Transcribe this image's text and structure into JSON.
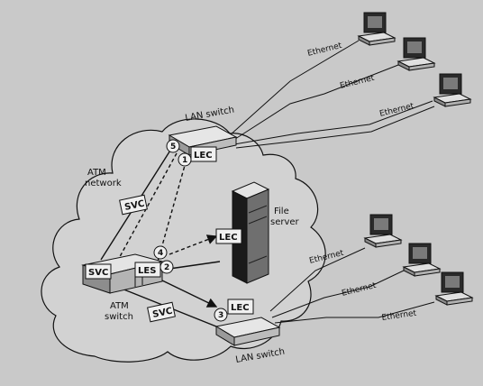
{
  "diagram": {
    "cloud_label_line1": "ATM",
    "cloud_label_line2": "network",
    "atm_switch_line1": "ATM",
    "atm_switch_line2": "switch",
    "lan_switch_top": "LAN switch",
    "lan_switch_bottom": "LAN switch",
    "file_server_line1": "File",
    "file_server_line2": "server",
    "svc_label": "SVC",
    "les_label": "LES",
    "lec_label": "LEC",
    "ethernet_label": "Ethernet",
    "steps": [
      "5",
      "1",
      "4",
      "2",
      "3"
    ]
  }
}
